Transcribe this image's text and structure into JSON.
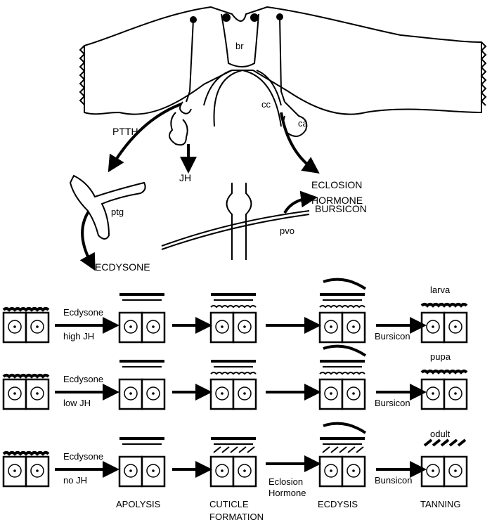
{
  "neuro": {
    "br": "br",
    "cc": "cc",
    "ca": "ca",
    "ptth": "PTTH",
    "jh": "JH",
    "eclosion1": "ECLOSION",
    "eclosion2": "HORMONE",
    "ptg": "ptg",
    "bursicon": "BURSICON",
    "pvo": "pvo",
    "ecdysone": "ECDYSONE"
  },
  "rows": [
    {
      "hormone": "Ecdysone",
      "jh": "high JH",
      "bursicon": "Bursicon",
      "stage": "larva",
      "final_cuticle": "wavy"
    },
    {
      "hormone": "Ecdysone",
      "jh": "low JH",
      "bursicon": "Bursicon",
      "stage": "pupa",
      "final_cuticle": "wavy"
    },
    {
      "hormone": "Ecdysone",
      "jh": "no JH",
      "bursicon": "Bunsicon",
      "stage": "odult",
      "final_cuticle": "hatched"
    }
  ],
  "eclosion_arrow": {
    "line1": "Eclosion",
    "line2": "Hormone"
  },
  "steps": {
    "apolysis": "APOLYSIS",
    "cuticle1": "CUTICLE",
    "cuticle2": "FORMATION",
    "ecdysis": "ECDYSIS",
    "tanning": "TANNING"
  }
}
